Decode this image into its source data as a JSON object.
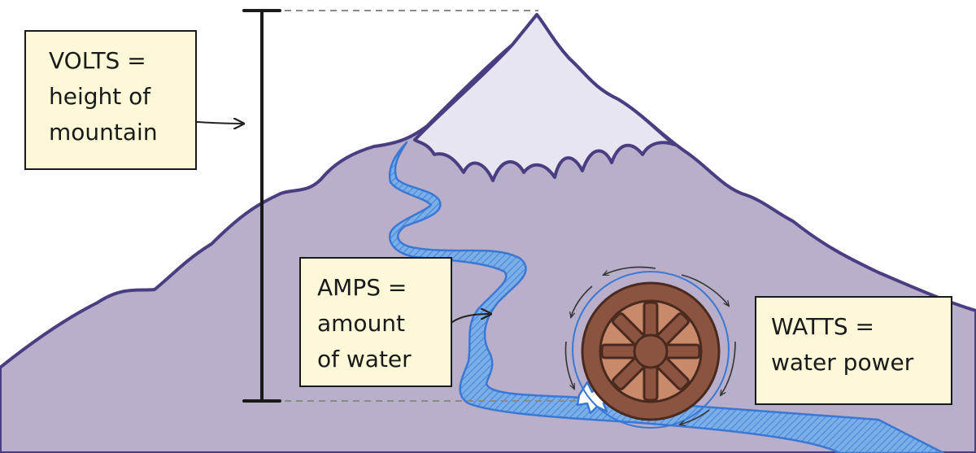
{
  "labels": {
    "volts": [
      "VOLTS =",
      "height of",
      "mountain"
    ],
    "amps": [
      "AMPS =",
      "amount",
      "of water"
    ],
    "watts": [
      "WATTS =",
      "water power"
    ]
  },
  "colors": {
    "mountain_fill": "#b9afca",
    "mountain_outline": "#4b3d82",
    "snow": "#e7e5ef",
    "river": "#6a9fe0",
    "river_edge": "#3a78d4",
    "wheel": "#8a5440",
    "wheel_outline": "#4a2a1e",
    "label_bg": "#fdf8d8",
    "ink": "#1a1a1a",
    "guide": "#8a8a8a"
  }
}
